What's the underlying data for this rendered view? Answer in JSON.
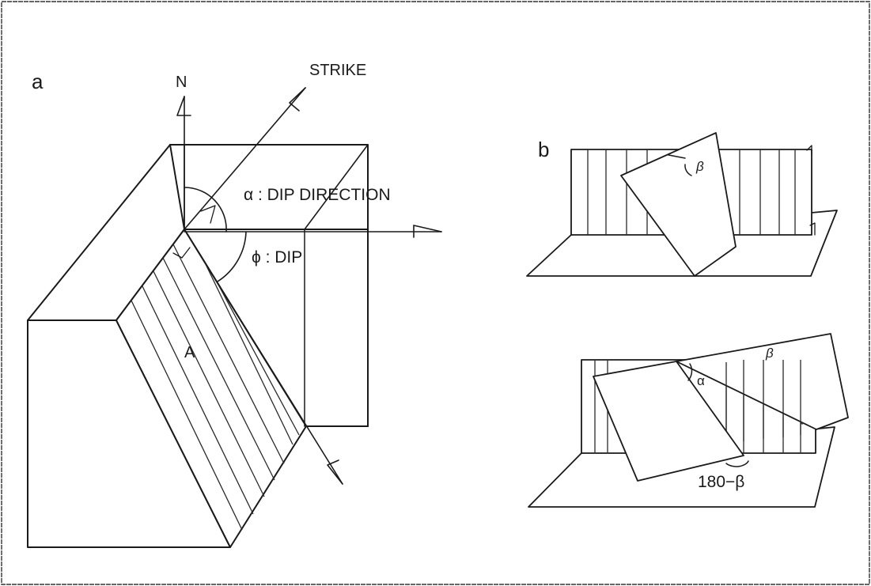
{
  "panel_a": {
    "label": "a",
    "north": "N",
    "strike": "STRIKE",
    "dip_direction": "α : DIP DIRECTION",
    "dip": "ϕ : DIP",
    "plane": "A"
  },
  "panel_b": {
    "label": "b",
    "top": {
      "angle": "β"
    },
    "bottom": {
      "alpha": "α",
      "beta": "β",
      "supplement": "180−β"
    }
  }
}
